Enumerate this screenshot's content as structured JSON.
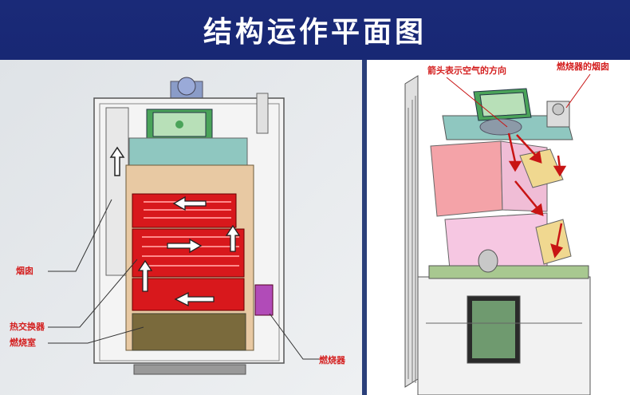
{
  "title": "结构运作平面图",
  "left_diagram": {
    "labels": {
      "chimney": "烟囱",
      "heat_exchanger": "热交换器",
      "combustion_chamber": "燃烧室",
      "burner": "燃烧器"
    }
  },
  "right_diagram": {
    "labels": {
      "arrow_note": "箭头表示空气的方向",
      "burner_chimney": "燃烧器的烟囱"
    }
  },
  "colors": {
    "title_bg": "#13236b",
    "label_red": "#d42020",
    "exchanger_red": "#d8181c",
    "fan_green": "#3d9c4a",
    "burner_magenta": "#b14bb8"
  }
}
